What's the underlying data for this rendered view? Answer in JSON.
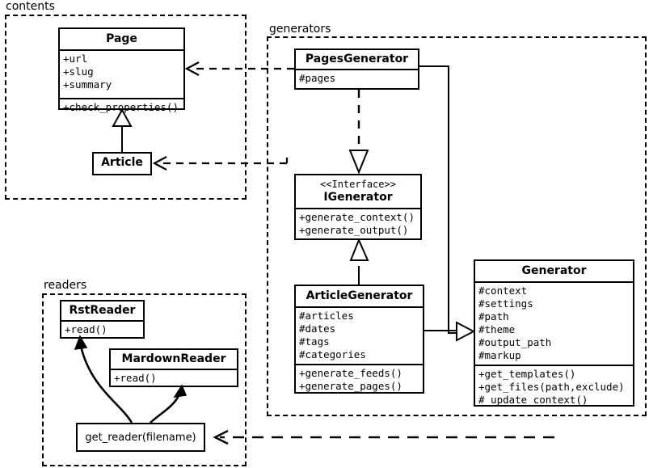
{
  "diagram": {
    "type": "uml-class-diagram",
    "packages": [
      {
        "id": "contents",
        "label": "contents"
      },
      {
        "id": "generators",
        "label": "generators"
      },
      {
        "id": "readers",
        "label": "readers"
      }
    ],
    "classes": {
      "page": {
        "name": "Page",
        "attributes": [
          "+url",
          "+slug",
          "+summary"
        ],
        "methods": [
          "+check_properties()"
        ]
      },
      "article": {
        "name": "Article",
        "attributes": [],
        "methods": []
      },
      "pages_generator": {
        "name": "PagesGenerator",
        "attributes": [
          "#pages"
        ],
        "methods": []
      },
      "igenerator": {
        "stereotype": "<<Interface>>",
        "name": "IGenerator",
        "attributes": [],
        "methods": [
          "+generate_context()",
          "+generate_output()"
        ]
      },
      "article_generator": {
        "name": "ArticleGenerator",
        "attributes": [
          "#articles",
          "#dates",
          "#tags",
          "#categories"
        ],
        "methods": [
          "+generate_feeds()",
          "+generate_pages()"
        ]
      },
      "generator": {
        "name": "Generator",
        "attributes": [
          "#context",
          "#settings",
          "#path",
          "#theme",
          "#output_path",
          "#markup"
        ],
        "methods": [
          "+get_templates()",
          "+get_files(path,exclude)",
          "#_update_context()"
        ]
      },
      "rst_reader": {
        "name": "RstReader",
        "attributes": [],
        "methods": [
          "+read()"
        ]
      },
      "mardown_reader": {
        "name": "MardownReader",
        "attributes": [],
        "methods": [
          "+read()"
        ]
      },
      "get_reader": {
        "name": "get_reader(filename)"
      }
    },
    "relations": [
      {
        "id": "rel-pagesgen-page",
        "kind": "dependency",
        "from": "PagesGenerator",
        "to": "Page"
      },
      {
        "id": "rel-articlegen-article",
        "kind": "dependency",
        "from": "ArticleGenerator",
        "to": "Article"
      },
      {
        "id": "rel-article-page",
        "kind": "generalization",
        "from": "Article",
        "to": "Page"
      },
      {
        "id": "rel-pagesgen-igenerator",
        "kind": "realization",
        "from": "PagesGenerator",
        "to": "IGenerator"
      },
      {
        "id": "rel-articlegen-igenerator",
        "kind": "generalization",
        "from": "ArticleGenerator",
        "to": "IGenerator"
      },
      {
        "id": "rel-pagesgen-generator",
        "kind": "generalization",
        "from": "PagesGenerator",
        "to": "Generator"
      },
      {
        "id": "rel-articlegen-generator",
        "kind": "generalization",
        "from": "ArticleGenerator",
        "to": "Generator"
      },
      {
        "id": "rel-generator-getreader",
        "kind": "dependency",
        "from": "Generator",
        "to": "get_reader(filename)"
      },
      {
        "id": "rel-getreader-rstreader",
        "kind": "creates",
        "from": "get_reader(filename)",
        "to": "RstReader"
      },
      {
        "id": "rel-getreader-mardownreader",
        "kind": "creates",
        "from": "get_reader(filename)",
        "to": "MardownReader"
      }
    ],
    "colors": {
      "stroke": "#000000",
      "background": "#ffffff"
    }
  }
}
